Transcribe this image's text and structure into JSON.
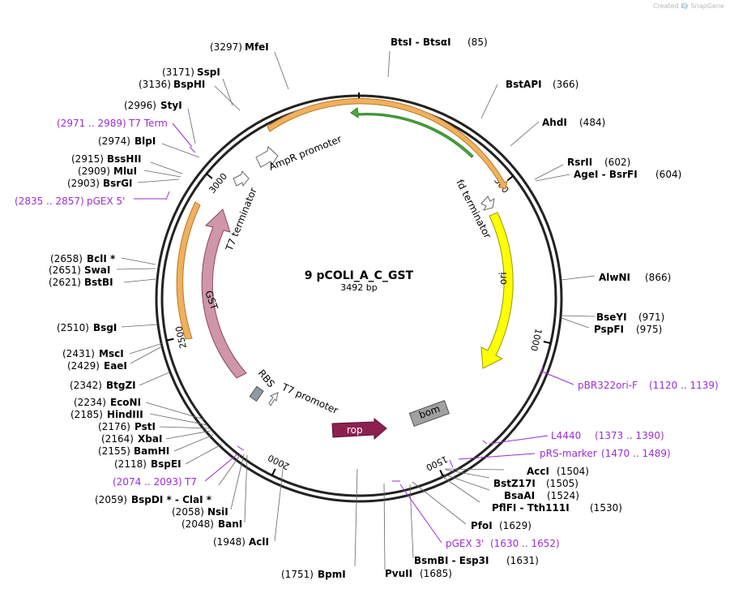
{
  "credit": "Created by SnapGene",
  "plasmid": {
    "name": "9 pCOLI_A_C_GST",
    "length_label": "3492 bp",
    "length": 3492
  },
  "colors": {
    "primer": "#9a2fd0",
    "ampr": "#f0b060",
    "ampr_inner": "#b87a20",
    "fd_arrow": "#2f9f2f",
    "ori": "#ffff00",
    "gst": "#cf95a9",
    "rop": "#8e2050",
    "bom": "#a0a0a0",
    "rbs": "#8f9aa4"
  },
  "ticks": [
    {
      "label": "500"
    },
    {
      "label": "1000"
    },
    {
      "label": "1500"
    },
    {
      "label": "2000"
    },
    {
      "label": "2500"
    },
    {
      "label": "3000"
    }
  ],
  "features": {
    "ampr_promoter": "AmpR promoter",
    "fd_terminator": "fd terminator",
    "ori": "ori",
    "t7_terminator": "T7 terminator",
    "gst": "GST",
    "rbs": "RBS",
    "t7_promoter": "T7 promoter",
    "rop": "rop",
    "bom": "bom"
  },
  "sites": [
    {
      "name": "MfeI",
      "pos": "(3297)"
    },
    {
      "name": "SspI",
      "pos": "(3171)"
    },
    {
      "name": "BspHI",
      "pos": "(3136)"
    },
    {
      "name": "StyI",
      "pos": "(2996)"
    },
    {
      "name": "BlpI",
      "pos": "(2974)"
    },
    {
      "name": "BssHII",
      "pos": "(2915)"
    },
    {
      "name": "MluI",
      "pos": "(2909)"
    },
    {
      "name": "BsrGI",
      "pos": "(2903)"
    },
    {
      "name": "BclI *",
      "pos": "(2658)"
    },
    {
      "name": "SwaI",
      "pos": "(2651)"
    },
    {
      "name": "BstBI",
      "pos": "(2621)"
    },
    {
      "name": "BsgI",
      "pos": "(2510)"
    },
    {
      "name": "MscI",
      "pos": "(2431)"
    },
    {
      "name": "EaeI",
      "pos": "(2429)"
    },
    {
      "name": "BtgZI",
      "pos": "(2342)"
    },
    {
      "name": "EcoNI",
      "pos": "(2234)"
    },
    {
      "name": "HindIII",
      "pos": "(2185)"
    },
    {
      "name": "PstI",
      "pos": "(2176)"
    },
    {
      "name": "XbaI",
      "pos": "(2164)"
    },
    {
      "name": "BamHI",
      "pos": "(2155)"
    },
    {
      "name": "BspEI",
      "pos": "(2118)"
    },
    {
      "name": "BspDI * - ClaI *",
      "pos": "(2059)"
    },
    {
      "name": "NsiI",
      "pos": "(2058)"
    },
    {
      "name": "BanI",
      "pos": "(2048)"
    },
    {
      "name": "AclI",
      "pos": "(1948)"
    },
    {
      "name": "BpmI",
      "pos": "(1751)"
    },
    {
      "name": "BtsI - BtsαI",
      "pos": "(85)"
    },
    {
      "name": "BstAPI",
      "pos": "(366)"
    },
    {
      "name": "AhdI",
      "pos": "(484)"
    },
    {
      "name": "RsrII",
      "pos": "(602)"
    },
    {
      "name": "AgeI - BsrFI",
      "pos": "(604)"
    },
    {
      "name": "AlwNI",
      "pos": "(866)"
    },
    {
      "name": "BseYI",
      "pos": "(971)"
    },
    {
      "name": "PspFI",
      "pos": "(975)"
    },
    {
      "name": "AccI",
      "pos": "(1504)"
    },
    {
      "name": "BstZ17I",
      "pos": "(1505)"
    },
    {
      "name": "BsaAI",
      "pos": "(1524)"
    },
    {
      "name": "PflFI - Tth111I",
      "pos": "(1530)"
    },
    {
      "name": "PfoI",
      "pos": "(1629)"
    },
    {
      "name": "BsmBI - Esp3I",
      "pos": "(1631)"
    },
    {
      "name": "PvuII",
      "pos": "(1685)"
    }
  ],
  "primers": [
    {
      "name": "T7 Term",
      "range": "(2971 .. 2989)"
    },
    {
      "name": "pGEX 5'",
      "range": "(2835 .. 2857)"
    },
    {
      "name": "T7",
      "range": "(2074 .. 2093)"
    },
    {
      "name": "pBR322ori-F",
      "range": "(1120 .. 1139)"
    },
    {
      "name": "L4440",
      "range": "(1373 .. 1390)"
    },
    {
      "name": "pRS-marker",
      "range": "(1470 .. 1489)"
    },
    {
      "name": "pGEX 3'",
      "range": "(1630 .. 1652)"
    }
  ]
}
